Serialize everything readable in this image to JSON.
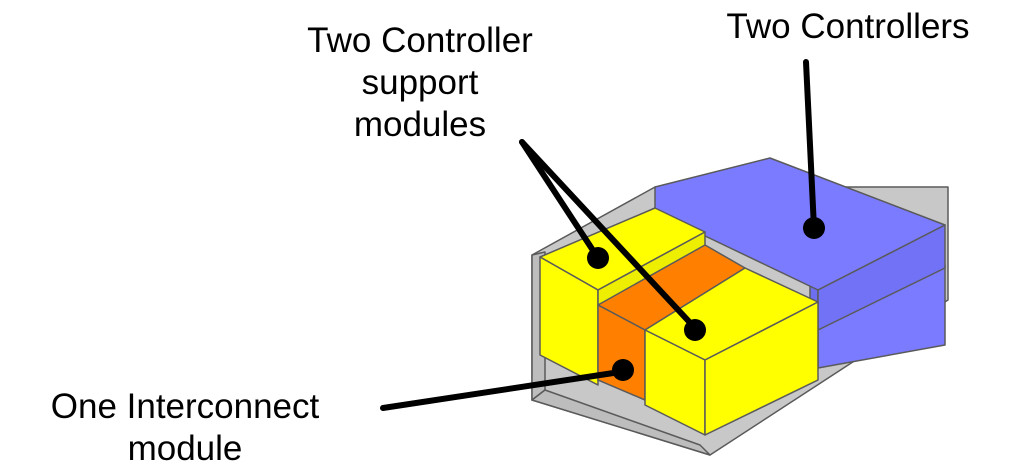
{
  "labels": {
    "controllers": "Two Controllers",
    "support_line1": "Two Controller",
    "support_line2": "support",
    "support_line3": "modules",
    "interconnect_line1": "One Interconnect",
    "interconnect_line2": "module"
  },
  "colors": {
    "chassis": "#c8c8c8",
    "chassis_edge": "#5a5a5a",
    "controller": "#7b7bff",
    "controller_side": "#6e6ef0",
    "support_module": "#ffff00",
    "interconnect_module": "#ff8000",
    "callout": "#000000"
  }
}
